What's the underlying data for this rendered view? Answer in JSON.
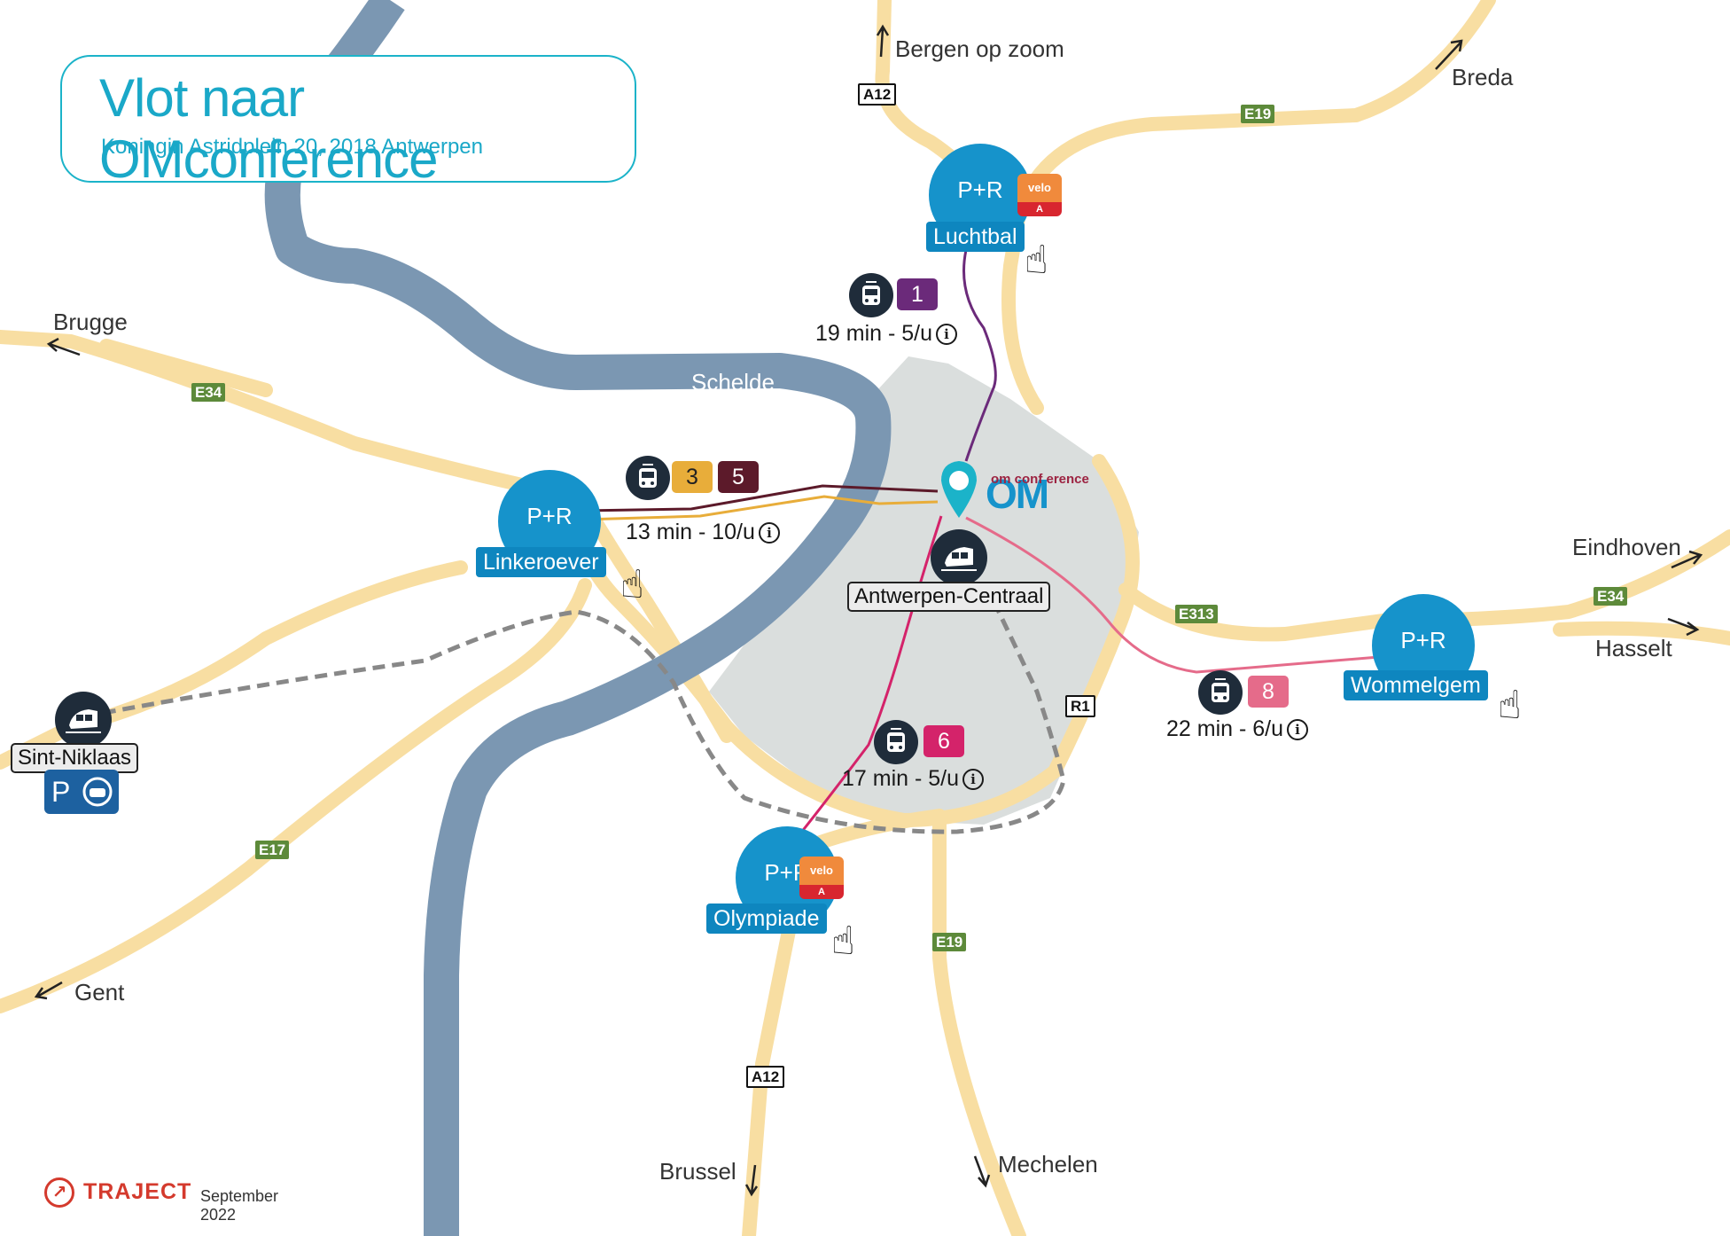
{
  "title": "Vlot naar OMconference",
  "subtitle": "Koningin Astridplein 20, 2018 Antwerpen",
  "river": "Schelde",
  "colors": {
    "river": "#7b97b2",
    "road": "#f8dea2",
    "city_area": "#dadedd",
    "accent": "#1bb3c9",
    "pr": "#1693cb",
    "tram_1": "#6b2a7a",
    "tram_3": "#e8ad3a",
    "tram_5": "#5c1a2a",
    "tram_6": "#d4236a",
    "tram_8": "#e56b8a"
  },
  "cities": {
    "bergen": "Bergen op zoom",
    "breda": "Breda",
    "brugge": "Brugge",
    "eindhoven": "Eindhoven",
    "hasselt": "Hasselt",
    "gent": "Gent",
    "brussel": "Brussel",
    "mechelen": "Mechelen"
  },
  "roads": {
    "a12_north": "A12",
    "e19_north": "E19",
    "e34_west": "E34",
    "e34_east": "E34",
    "e313": "E313",
    "r1": "R1",
    "e17": "E17",
    "e19_south": "E19",
    "a12_south": "A12"
  },
  "pr_sites": {
    "luchtbal": {
      "badge": "P+R",
      "name": "Luchtbal"
    },
    "linkeroever": {
      "badge": "P+R",
      "name": "Linkeroever"
    },
    "wommelgem": {
      "badge": "P+R",
      "name": "Wommelgem"
    },
    "olympiade": {
      "badge": "P+R",
      "name": "Olympiade"
    }
  },
  "routes": {
    "luchtbal": {
      "lines": [
        "1"
      ],
      "time": "19 min - 5/u"
    },
    "linkeroever": {
      "lines": [
        "3",
        "5"
      ],
      "time": "13 min - 10/u"
    },
    "wommelgem": {
      "lines": [
        "8"
      ],
      "time": "22 min - 6/u"
    },
    "olympiade": {
      "lines": [
        "6"
      ],
      "time": "17 min - 5/u"
    }
  },
  "stations": {
    "centraal": "Antwerpen-Centraal",
    "sint_niklaas": "Sint-Niklaas"
  },
  "velo_label": "velo",
  "destination_logo": {
    "main": "OM",
    "sub": "om conf erence"
  },
  "info_glyph": "i",
  "parking_glyph": "P",
  "footer": {
    "brand": "TRAJECT",
    "date": "September 2022"
  },
  "icons": [
    "tram-icon",
    "train-icon",
    "parking-ev-icon",
    "velo-icon",
    "hand-pointer-icon",
    "location-pin-icon",
    "info-icon",
    "arrow-icon"
  ]
}
